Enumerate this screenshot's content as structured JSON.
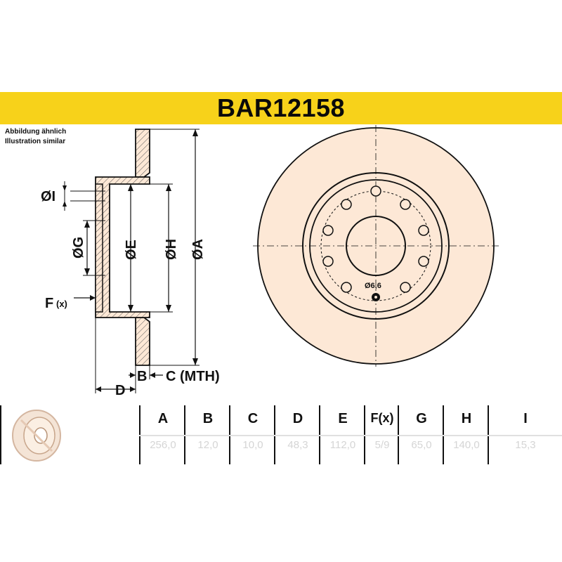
{
  "header": {
    "part_number": "BAR12158"
  },
  "note": {
    "de": "Abbildung ähnlich",
    "en": "Illustration similar"
  },
  "drawing": {
    "labels": {
      "I": "ØI",
      "G": "ØG",
      "E": "ØE",
      "H": "ØH",
      "A": "ØA",
      "F": "F",
      "F_sub": "(x)",
      "B": "B",
      "C": "C (MTH)",
      "D": "D",
      "bolt_hole": "Ø6,6"
    },
    "colors": {
      "disc_fill": "#fde8d6",
      "banner": "#f7d21a",
      "line": "#111111"
    }
  },
  "table": {
    "columns": [
      {
        "header": "A",
        "value": "256,0"
      },
      {
        "header": "B",
        "value": "12,0"
      },
      {
        "header": "C",
        "value": "10,0"
      },
      {
        "header": "D",
        "value": "48,3"
      },
      {
        "header": "E",
        "value": "112,0"
      },
      {
        "header": "F(x)",
        "value": "5/9"
      },
      {
        "header": "G",
        "value": "65,0"
      },
      {
        "header": "H",
        "value": "140,0"
      },
      {
        "header": "I",
        "value": "15,3"
      }
    ]
  }
}
